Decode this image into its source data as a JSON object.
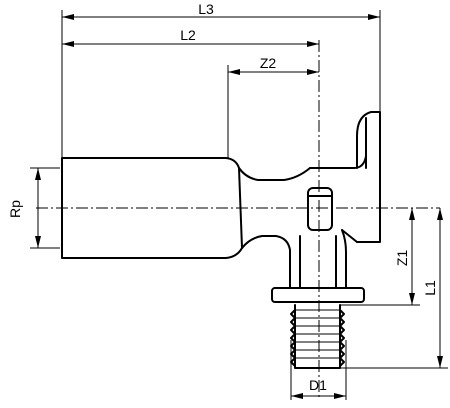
{
  "labels": {
    "l3": "L3",
    "l2": "L2",
    "z2": "Z2",
    "rp": "Rp",
    "z1": "Z1",
    "l1": "L1",
    "d1": "D1"
  }
}
